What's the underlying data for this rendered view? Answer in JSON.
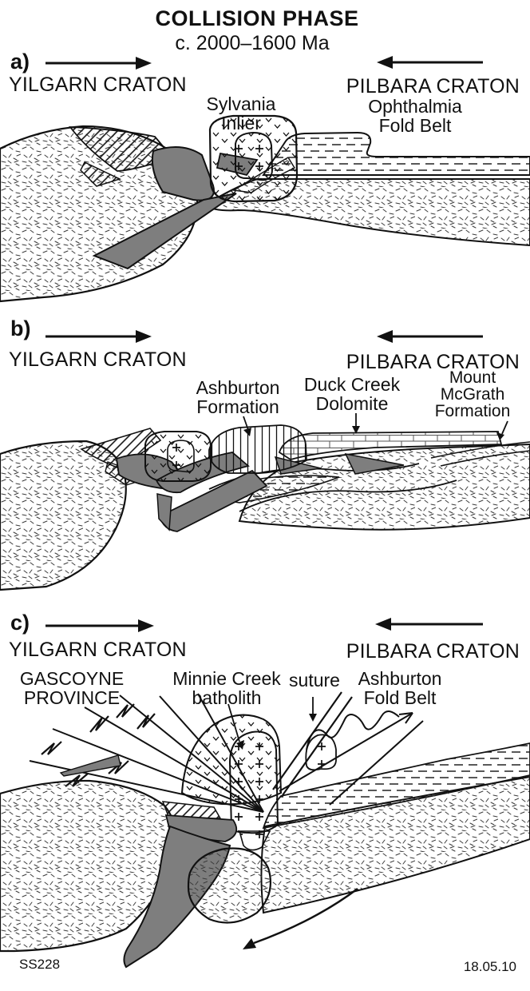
{
  "title": {
    "line1": "COLLISION PHASE",
    "line2": "c. 2000–1600 Ma"
  },
  "colors": {
    "ink": "#111111",
    "unit_gray": "#7e7e7e",
    "paper": "#ffffff"
  },
  "panels": [
    {
      "label": "a)",
      "left_craton": "YILGARN CRATON",
      "right_craton": "PILBARA CRATON",
      "annotations": [
        {
          "id": "sylvania-inlier",
          "line1": "Sylvania",
          "line2": "Inlier"
        },
        {
          "id": "ophthalmia-fold-belt",
          "line1": "Ophthalmia",
          "line2": "Fold Belt"
        }
      ]
    },
    {
      "label": "b)",
      "left_craton": "YILGARN CRATON",
      "right_craton": "PILBARA CRATON",
      "annotations": [
        {
          "id": "ashburton-formation",
          "line1": "Ashburton",
          "line2": "Formation"
        },
        {
          "id": "duck-creek-dolomite",
          "line1": "Duck Creek",
          "line2": "Dolomite"
        },
        {
          "id": "mount-mcgrath-formation",
          "line1": "Mount",
          "line2": "McGrath",
          "line3": "Formation"
        }
      ]
    },
    {
      "label": "c)",
      "left_craton": "YILGARN CRATON",
      "right_craton": "PILBARA CRATON",
      "annotations": [
        {
          "id": "gascoyne-province",
          "line1": "GASCOYNE",
          "line2": "PROVINCE"
        },
        {
          "id": "minnie-creek-batholith",
          "line1": "Minnie Creek",
          "line2": "batholith"
        },
        {
          "id": "suture",
          "line1": "suture"
        },
        {
          "id": "ashburton-fold-belt",
          "line1": "Ashburton",
          "line2": "Fold Belt"
        }
      ]
    }
  ],
  "footer": {
    "figure_code": "SS228",
    "date": "18.05.10"
  }
}
